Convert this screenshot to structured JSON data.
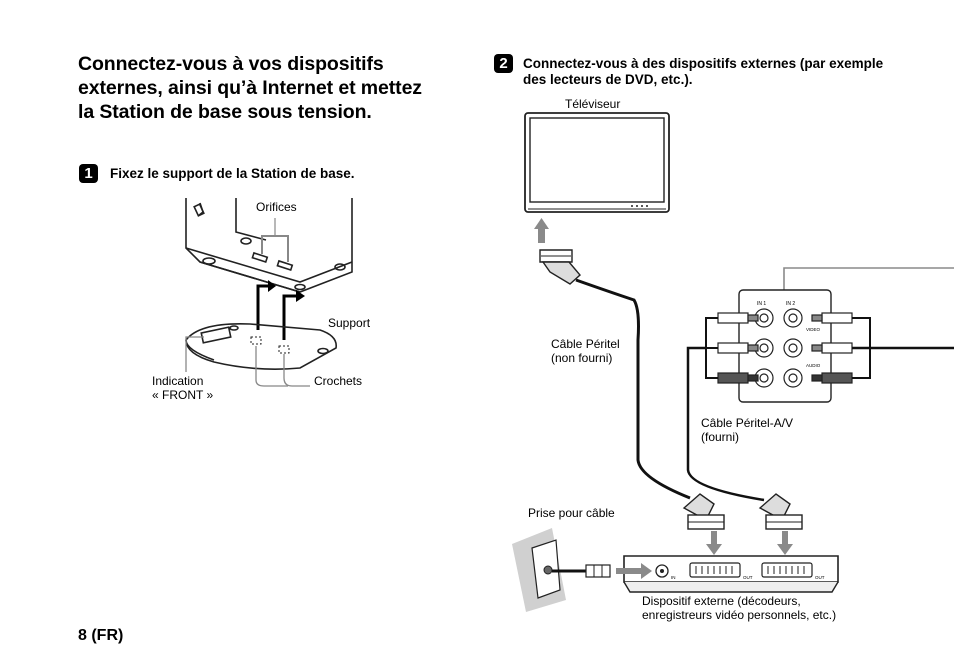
{
  "section": {
    "title": "Connectez-vous à vos dispositifs externes, ainsi qu’à Internet et mettez la Station de base sous tension."
  },
  "step1": {
    "number": "1",
    "text": "Fixez le support de la Station de base.",
    "labels": {
      "orifices": "Orifices",
      "support": "Support",
      "indication": "Indication\n« FRONT »",
      "crochets": "Crochets"
    }
  },
  "step2": {
    "number": "2",
    "text": "Connectez-vous à des dispositifs externes (par exemple des lecteurs de DVD, etc.).",
    "labels": {
      "televiseur": "Téléviseur",
      "cable_peritel": "Câble Péritel\n(non fourni)",
      "cable_peritel_av": "Câble Péritel-A/V\n(fourni)",
      "prise_cable": "Prise pour câble",
      "dispositif_externe": "Dispositif externe (décodeurs,\nenregistreurs vidéo personnels, etc.)"
    },
    "panel_labels": {
      "in1": "IN 1",
      "in2": "IN 2",
      "video": "VIDEO",
      "audio": "AUDIO",
      "in": "IN",
      "out": "OUT"
    }
  },
  "footer": {
    "page_number": "8 (FR)"
  }
}
